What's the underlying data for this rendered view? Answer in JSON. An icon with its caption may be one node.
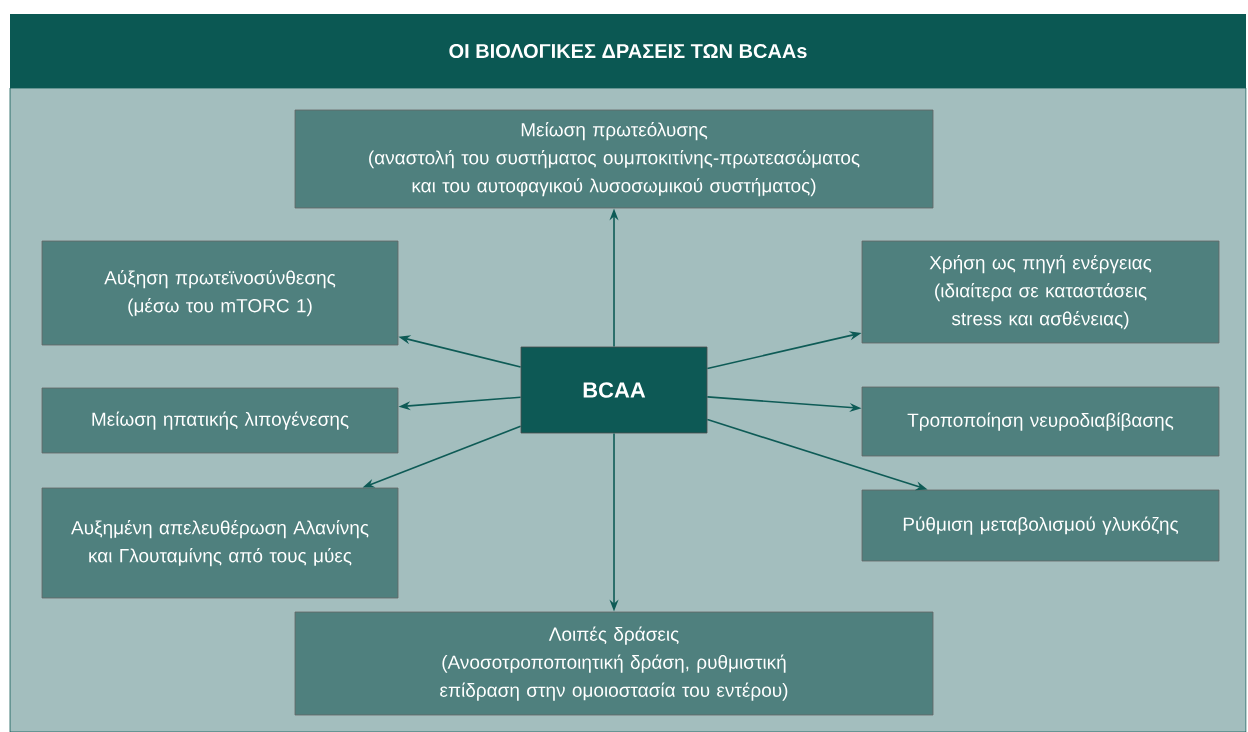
{
  "diagram": {
    "title": "ΟΙ ΒΙΟΛΟΓΙΚΕΣ ΔΡΑΣΕΙΣ ΤΩΝ BCAAs",
    "nodes": [
      {
        "text": [
          "BCAA"
        ]
      },
      {
        "text": [
          "Μείωση πρωτεόλυσης",
          "(αναστολή του συστήματος ουμποκιτίνης-πρωτεασώματος και του αυτοφαγικού λυσοσωμικού συστήματος)"
        ]
      },
      {
        "text": [
          "Αύξηση πρωτεϊνοσύνθεσης",
          "(μέσω του mTORC 1)"
        ]
      },
      {
        "text": [
          "Μείωση ηπατικής λιπογένεσης"
        ]
      },
      {
        "text": [
          "Αυξημένη απελευθέρωση Αλανίνης και Γλουταμίνης από τους μύες"
        ]
      },
      {
        "text": [
          "Λοιπές δράσεις",
          "(Ανοσοτροποποιητική δράση, ρυθμιστική επίδραση στην ομοιοστασία του εντέρου)"
        ]
      },
      {
        "text": [
          "Χρήση ως πηγή ενέργειας",
          "(ιδιαίτερα σε καταστάσεις stress και ασθένειας)"
        ]
      },
      {
        "text": [
          "Τροποποίηση νευροδιαβίβασης"
        ]
      },
      {
        "text": [
          "Ρύθμιση μεταβολισμού γλυκόζης"
        ]
      }
    ],
    "edges": [
      {
        "from": 0,
        "to": 1,
        "arrow": "to"
      },
      {
        "from": 0,
        "to": 2,
        "arrow": "to"
      },
      {
        "from": 0,
        "to": 3,
        "arrow": "to"
      },
      {
        "from": 0,
        "to": 4,
        "arrow": "to"
      },
      {
        "from": 0,
        "to": 5,
        "arrow": "to"
      },
      {
        "from": 0,
        "to": 6,
        "arrow": "to"
      },
      {
        "from": 0,
        "to": 7,
        "arrow": "to"
      },
      {
        "from": 0,
        "to": 8,
        "arrow": "to"
      }
    ]
  }
}
